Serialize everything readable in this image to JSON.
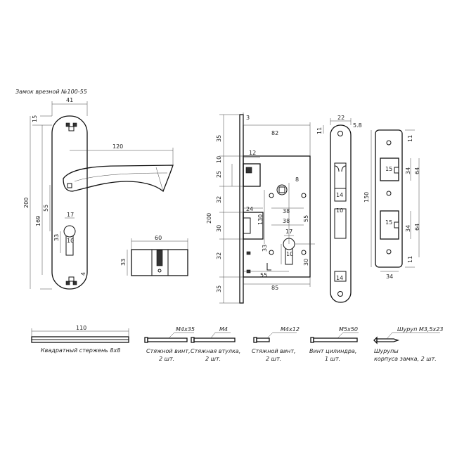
{
  "title": "Замок врезной №100-55",
  "handle": {
    "dims": [
      "41",
      "15",
      "120",
      "200",
      "169",
      "55",
      "17",
      "33",
      "10",
      "4"
    ]
  },
  "cylinder": {
    "dims": [
      "60",
      "33"
    ]
  },
  "lock_body": {
    "dims": [
      "3",
      "82",
      "35",
      "12",
      "10",
      "25",
      "8",
      "38",
      "32",
      "24",
      "200",
      "130",
      "17",
      "38",
      "55",
      "30",
      "33",
      "10",
      "30",
      "32",
      "55",
      "85",
      "35"
    ]
  },
  "faceplate": {
    "dims": [
      "22",
      "5.8",
      "11",
      "14",
      "10",
      "14"
    ]
  },
  "strike": {
    "dims": [
      "11",
      "15",
      "34",
      "64",
      "150",
      "15",
      "34",
      "64",
      "11",
      "34"
    ]
  },
  "accessories": [
    {
      "spec": "110",
      "caption": "Квадратный стержень 8х8",
      "caption2": ""
    },
    {
      "spec": "М4х35",
      "caption": "Стяжной винт,",
      "caption2": "2 шт."
    },
    {
      "spec": "М4",
      "caption": "Стяжная втулка,",
      "caption2": "2 шт."
    },
    {
      "spec": "М4х12",
      "caption": "Стяжной винт,",
      "caption2": "2 шт."
    },
    {
      "spec": "М5х50",
      "caption": "Винт цилиндра,",
      "caption2": "1 шт."
    },
    {
      "spec": "Шуруп М3,5х23",
      "caption": "Шурупы",
      "caption2": "корпуса замка, 2 шт."
    }
  ]
}
